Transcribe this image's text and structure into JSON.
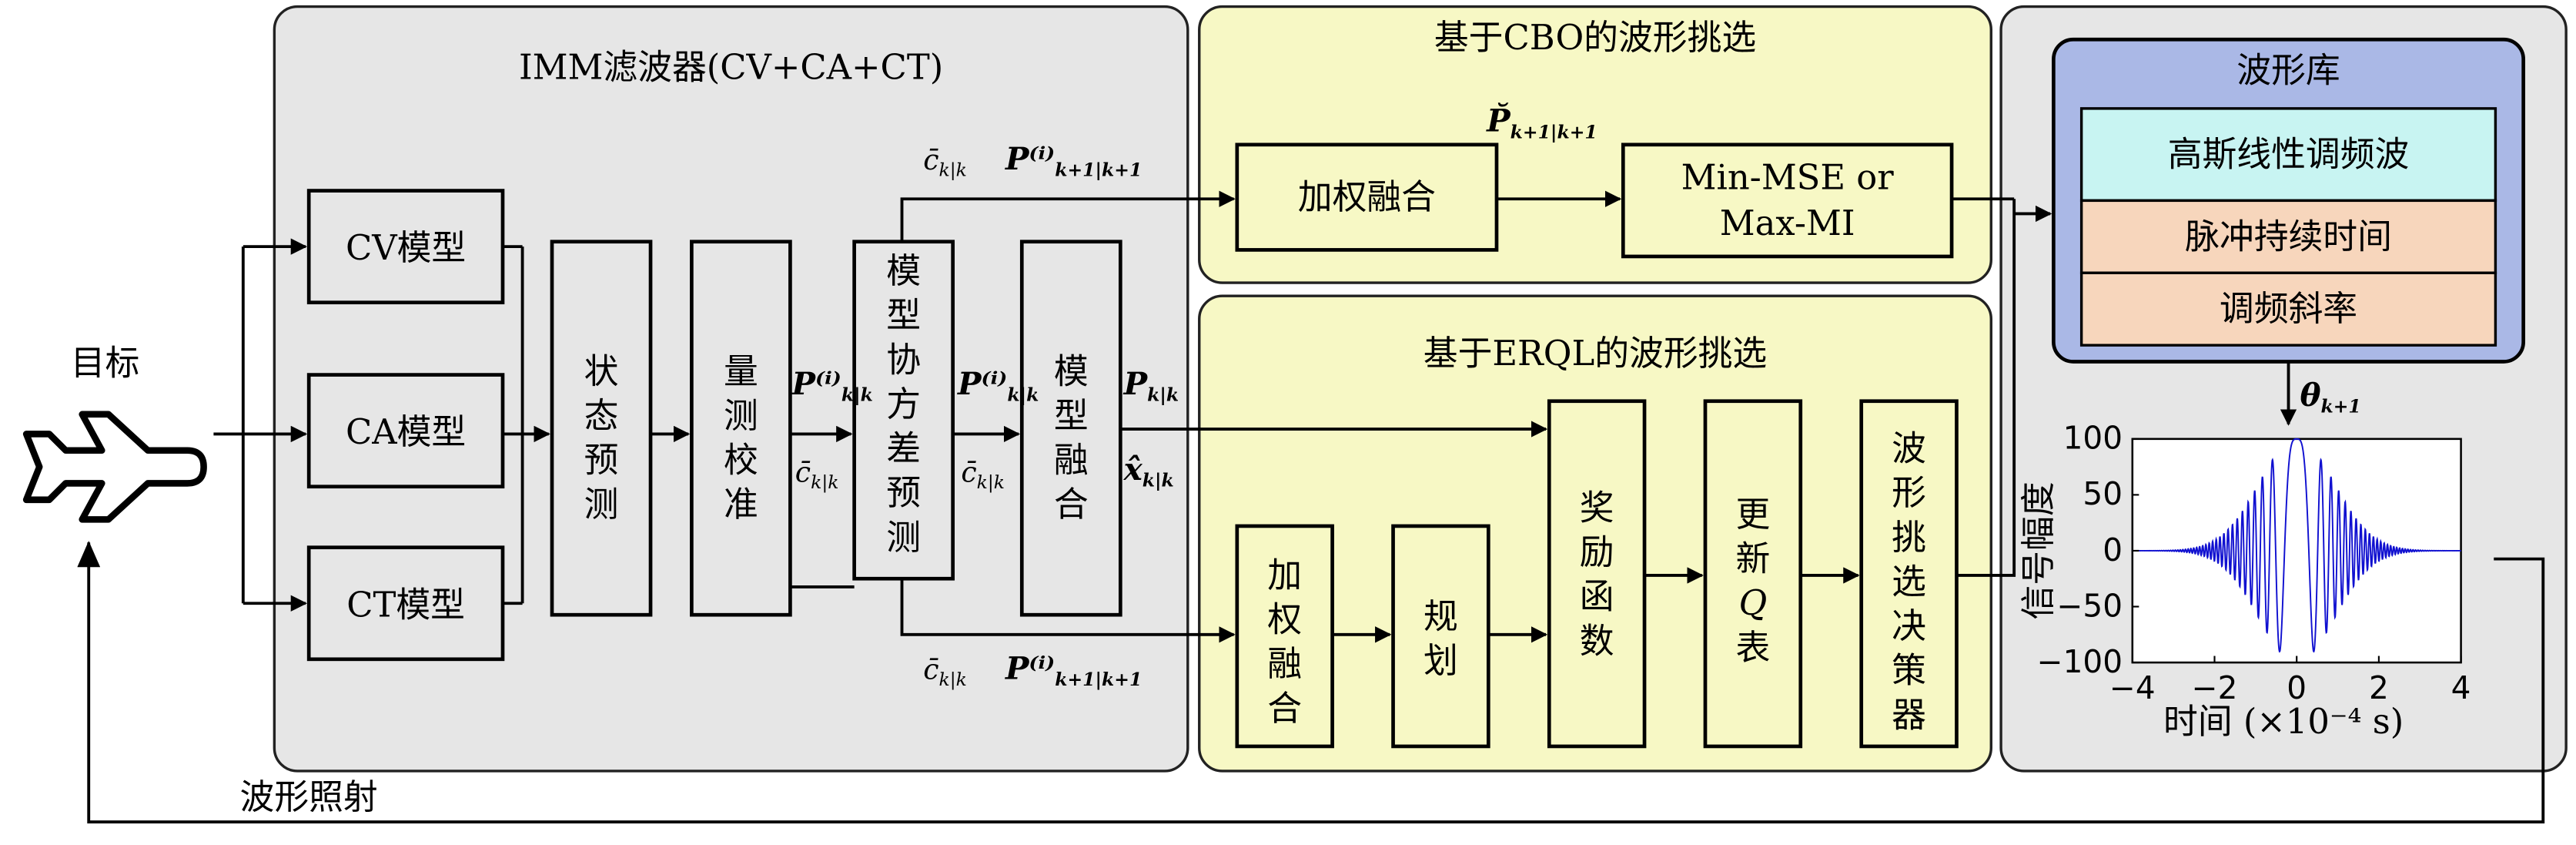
{
  "panels": {
    "imm_title": "IMM滤波器(CV+CA+CT)",
    "cbo_title": "基于CBO的波形挑选",
    "erql_title": "基于ERQL的波形挑选"
  },
  "target": {
    "label": "目标"
  },
  "imm": {
    "models": [
      "CV模型",
      "CA模型",
      "CT模型"
    ],
    "blocks": [
      {
        "l1": "状",
        "l2": "态",
        "l3": "预",
        "l4": "测"
      },
      {
        "l1": "量",
        "l2": "测",
        "l3": "校",
        "l4": "准"
      },
      {
        "l1": "模",
        "l2": "型",
        "l3": "协",
        "l4": "方",
        "l5": "差",
        "l6": "预",
        "l7": "测"
      },
      {
        "l1": "模",
        "l2": "型",
        "l3": "融",
        "l4": "合"
      }
    ]
  },
  "cbo": {
    "fusion": "加权融合",
    "criterion_l1": "Min-MSE or",
    "criterion_l2": "Max-MI"
  },
  "erql": {
    "blocks": [
      {
        "l1": "加",
        "l2": "权",
        "l3": "融",
        "l4": "合"
      },
      {
        "l1": "规",
        "l2": "划"
      },
      {
        "l1": "奖",
        "l2": "励",
        "l3": "函",
        "l4": "数"
      },
      {
        "l1": "更",
        "l2": "新",
        "l3": "Q",
        "l4": "表"
      },
      {
        "l1": "波",
        "l2": "形",
        "l3": "挑",
        "l4": "选",
        "l5": "决",
        "l6": "策",
        "l7": "器"
      }
    ]
  },
  "library": {
    "title": "波形库",
    "items": [
      "高斯线性调频波",
      "脉冲持续时间",
      "调频斜率"
    ]
  },
  "math": {
    "cbar": "c̄",
    "P": "P⁽ⁱ⁾",
    "Pplain": "P",
    "Pbreve": "P̆",
    "xhat": "x̂",
    "theta": "θ",
    "sub_kk": "k|k",
    "sub_k1k1": "k+1|k+1",
    "sub_k1": "k+1"
  },
  "feedback_label": "波形照射",
  "chart_data": {
    "type": "line",
    "xlabel": "时间 (×10⁻⁴ s)",
    "ylabel": "信号幅度",
    "xlim": [
      -4,
      4
    ],
    "ylim": [
      -100,
      100
    ],
    "xticks": [
      "−4",
      "−2",
      "0",
      "2",
      "4"
    ],
    "yticks": [
      "100",
      "50",
      "0",
      "−50",
      "−100"
    ],
    "grid": false,
    "color": "#1010d0",
    "series": [
      {
        "envelope": "gaussian",
        "peak": 100,
        "center": 0,
        "sigma": 1.3,
        "chirp": 18
      }
    ]
  }
}
